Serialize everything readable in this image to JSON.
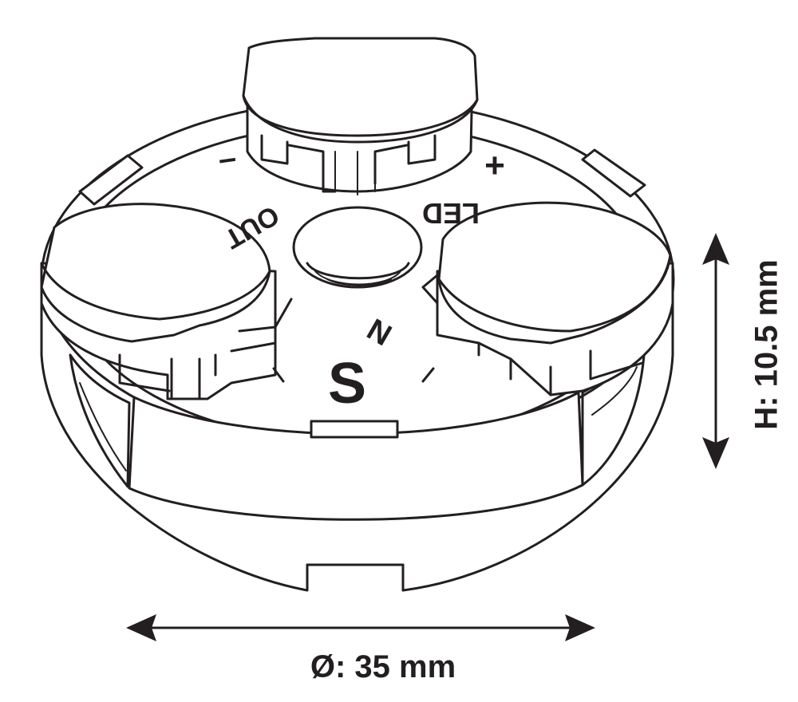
{
  "markings": {
    "minus": "–",
    "plus": "+",
    "led": "LED",
    "out": "OUT",
    "n": "N",
    "s": "S"
  },
  "dimensions": {
    "diameter": "Ø: 35 mm",
    "height": "H: 10.5 mm"
  },
  "colors": {
    "line": "#231f20",
    "fill": "#ffffff"
  }
}
